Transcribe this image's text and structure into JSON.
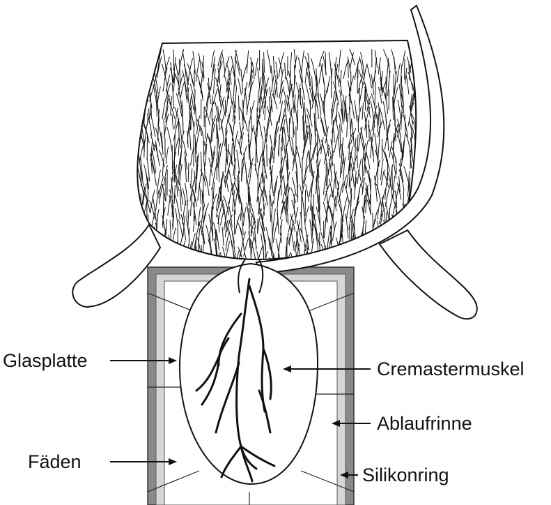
{
  "labels": {
    "glasplatte": "Glasplatte",
    "faeden": "Fäden",
    "cremastermuskel": "Cremastermuskel",
    "ablaufrinne": "Ablaufrinne",
    "silikonring": "Silikonring"
  },
  "colors": {
    "line": "#111111",
    "frame_dark": "#8a8a8a",
    "frame_light": "#d6d6d6",
    "background": "#ffffff"
  }
}
